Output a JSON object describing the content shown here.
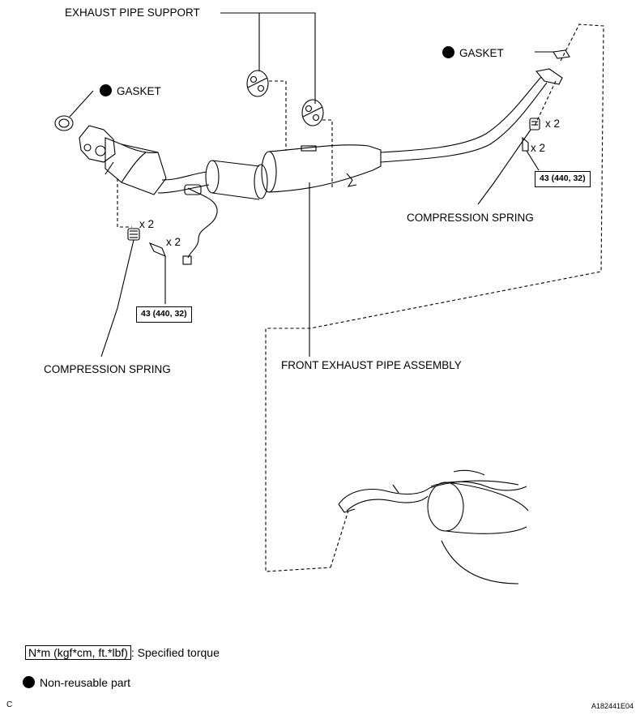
{
  "labels": {
    "exhaust_pipe_support": "EXHAUST PIPE SUPPORT",
    "gasket_left": "GASKET",
    "gasket_right": "GASKET",
    "compression_spring_left": "COMPRESSION SPRING",
    "compression_spring_right": "COMPRESSION SPRING",
    "front_exhaust_pipe_assembly": "FRONT EXHAUST PIPE ASSEMBLY"
  },
  "quantities": {
    "left_spring": "x 2",
    "left_bolt": "x 2",
    "right_spring": "x 2",
    "right_bolt": "x 2"
  },
  "torque": {
    "left": "43 (440, 32)",
    "right": "43 (440, 32)"
  },
  "legend": {
    "torque_unit": "N*m (kgf*cm, ft.*lbf)",
    "torque_desc": ": Specified torque",
    "nonreusable": "Non-reusable part"
  },
  "footer": {
    "corner_letter": "C",
    "figure_id": "A182441E04"
  }
}
